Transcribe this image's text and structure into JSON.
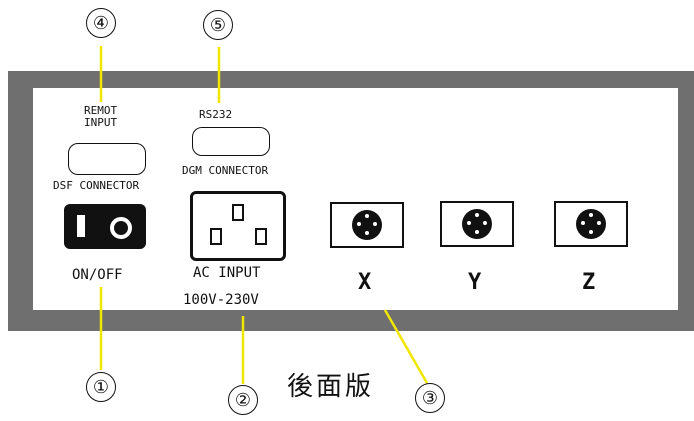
{
  "callouts": [
    "④",
    "⑤",
    "①",
    "②",
    "③"
  ],
  "labels": {
    "remote_input_1": "REMOT",
    "remote_input_2": "INPUT",
    "rs232": "RS232",
    "dsf_connector": "DSF CONNECTOR",
    "dgm_connector": "DGM CONNECTOR",
    "on_off": "ON/OFF",
    "ac_input": "AC INPUT",
    "voltage": "100V-230V",
    "axis_x": "X",
    "axis_y": "Y",
    "axis_z": "Z",
    "caption": "後面版"
  },
  "colors": {
    "frame": "#6f6f6f",
    "leader": "#f1e600"
  },
  "icons": {
    "power_switch": "power-switch-icon",
    "ac_socket": "ac-socket-icon",
    "din_connector": "din-connector-icon"
  }
}
